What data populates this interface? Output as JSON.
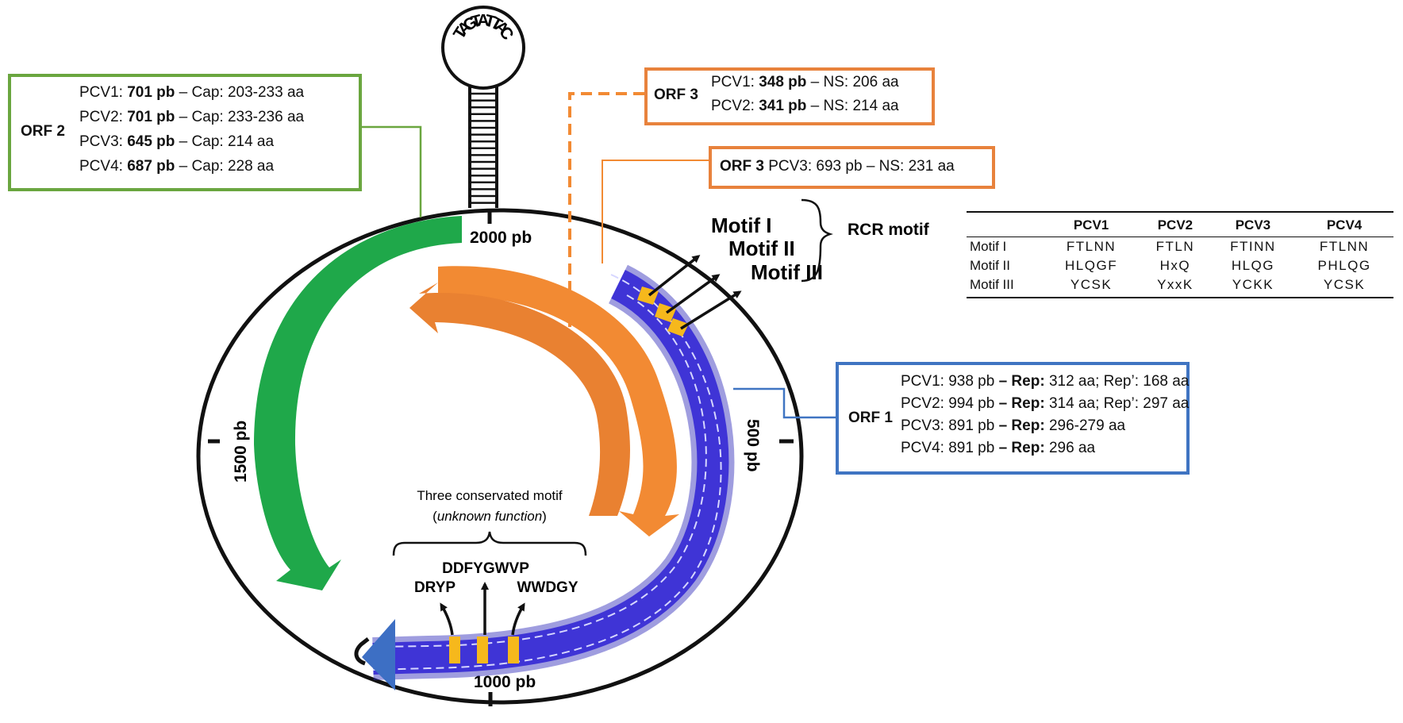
{
  "stem_loop_sequence": [
    "T",
    "A",
    "G",
    "T",
    "A",
    "T",
    "T",
    "A",
    "C"
  ],
  "genome_positions": {
    "p2000": "2000 pb",
    "p1500": "1500 pb",
    "p1000": "1000 pb",
    "p500": "500 pb"
  },
  "orf2": {
    "tag": "ORF 2",
    "lines": [
      {
        "a": "PCV1: ",
        "b": "701 pb",
        "c": " – Cap: 203-233 aa"
      },
      {
        "a": "PCV2: ",
        "b": "701 pb",
        "c": " – Cap:  233-236 aa"
      },
      {
        "a": "PCV3: ",
        "b": "645 pb",
        "c": " – Cap: 214 aa"
      },
      {
        "a": "PCV4: ",
        "b": "687 pb",
        "c": " – Cap: 228 aa"
      }
    ]
  },
  "orf3a": {
    "tag": "ORF 3",
    "lines": [
      {
        "a": "PCV1: ",
        "b": "348 pb",
        "c": " – NS: 206 aa"
      },
      {
        "a": "PCV2: ",
        "b": "341 pb",
        "c": " – NS: 214 aa"
      }
    ]
  },
  "orf3b": {
    "tag": "ORF 3",
    "text": " PCV3: 693 pb – NS: 231 aa"
  },
  "orf1": {
    "tag": "ORF 1",
    "lines": [
      {
        "a": "PCV1: 938 pb",
        "b": " – Rep:",
        "c": " 312 aa; Rep’: 168 aa"
      },
      {
        "a": "PCV2: 994 pb",
        "b": " – Rep:",
        "c": " 314 aa; Rep’: 297 aa"
      },
      {
        "a": "PCV3: 891 pb",
        "b": " – Rep:",
        "c": "  296-279 aa"
      },
      {
        "a": "PCV4: 891 pb",
        "b": " – Rep:",
        "c": "  296 aa"
      }
    ]
  },
  "rcr": {
    "motif1": "Motif I",
    "motif2": "Motif II",
    "motif3": "Motif III",
    "label": "RCR motif"
  },
  "conserved": {
    "title": "Three conservated motif",
    "subtitle_open": "(",
    "subtitle_italic": "unknown function",
    "subtitle_close": ")",
    "m1": "DRYP",
    "m2": "DDFYGWVP",
    "m3": "WWDGY"
  },
  "motif_table": {
    "headers": [
      "",
      "PCV1",
      "PCV2",
      "PCV3",
      "PCV4"
    ],
    "rows": [
      [
        "Motif I",
        "FTLNN",
        "FTLN",
        "FTINN",
        "FTLNN"
      ],
      [
        "Motif II",
        "HLQGF",
        "HxQ",
        "HLQG",
        "PHLQG"
      ],
      [
        "Motif III",
        "YCSK",
        "YxxK",
        "YCKK",
        "YCSK"
      ]
    ]
  },
  "colors": {
    "orf2": "#1fa84a",
    "orf3": "#f28a33",
    "orf1": "#3f34d6",
    "orf1_head": "#3d6fc4",
    "motif_marks": "#f6b81c",
    "box_green": "#6aa63f",
    "box_orange": "#e8823c",
    "box_blue": "#3f74c2"
  }
}
